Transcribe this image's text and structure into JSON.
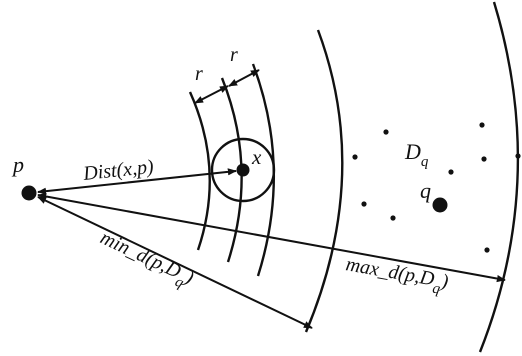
{
  "labels": {
    "point_p": "p",
    "point_x": "x",
    "point_q": "q",
    "radius_left": "r",
    "radius_right": "r",
    "dataset": "D",
    "dataset_sub": "q",
    "dist": "Dist(x,p)",
    "min_d_main": "min_d(p,D",
    "min_d_sub": "q",
    "min_d_close": ")",
    "max_d_main": "max_d(p,D",
    "max_d_sub": "q",
    "max_d_close": ")"
  }
}
